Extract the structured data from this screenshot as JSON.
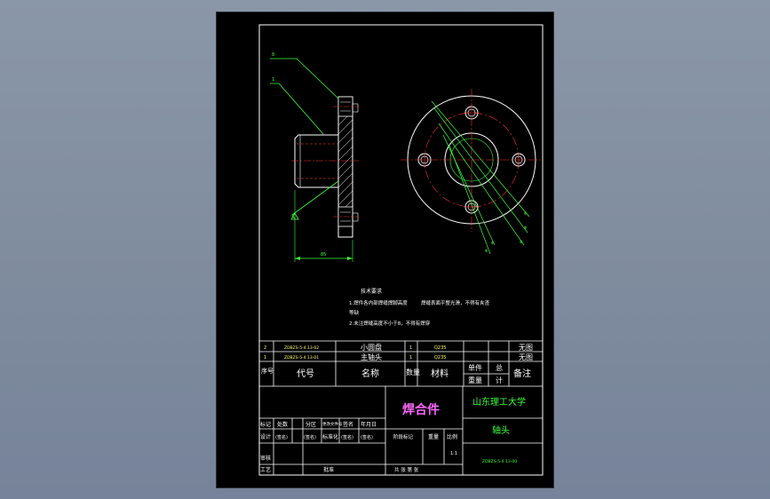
{
  "tech_req": {
    "title": "技术要求",
    "line1": "1.焊件各内部焊缝焊脚高度",
    "line1b": "焊缝表面平整光滑，不得有夹渣",
    "line2": "等缺",
    "line3": "2.未注焊缝高度不小于8，不得有焊穿"
  },
  "parts": {
    "rows": [
      {
        "no": "2",
        "code": "ZDBZS-5-4.13-02",
        "name": "小圆盘",
        "qty": "1",
        "material": "Q235"
      },
      {
        "no": "1",
        "code": "ZDBZS-5-4.13-01",
        "name": "主轴头",
        "qty": "1",
        "material": "Q235"
      }
    ],
    "extra_top": "无图",
    "extra_bottom": "无图",
    "weight_header": "总",
    "weight_sub": "重量",
    "weight_sub2": "计",
    "unit_header": "单件",
    "headers": {
      "no": "序号",
      "code": "代号",
      "name": "名称",
      "qty": "数量",
      "material": "材料",
      "note": "备注"
    }
  },
  "title_block": {
    "part_type": "焊合件",
    "university": "山东理工大学",
    "drawing_name": "轴头",
    "drawing_no": "ZDBZS-5-4.13-00",
    "scale": "1:1",
    "sheet_info": "共  张  第  张",
    "labels": {
      "mark": "标记",
      "count": "处数",
      "zone": "分区",
      "change_doc": "更改文件号",
      "sign": "签名",
      "date": "年月日",
      "design": "设计",
      "signature": "(签名)",
      "std": "标准化",
      "review": "审核",
      "process": "工艺",
      "approve": "批准",
      "stage_mark": "阶段标记",
      "weight": "重量",
      "ratio": "比例"
    }
  },
  "dims": {
    "d1": "8",
    "d2": "1",
    "base": "85"
  }
}
